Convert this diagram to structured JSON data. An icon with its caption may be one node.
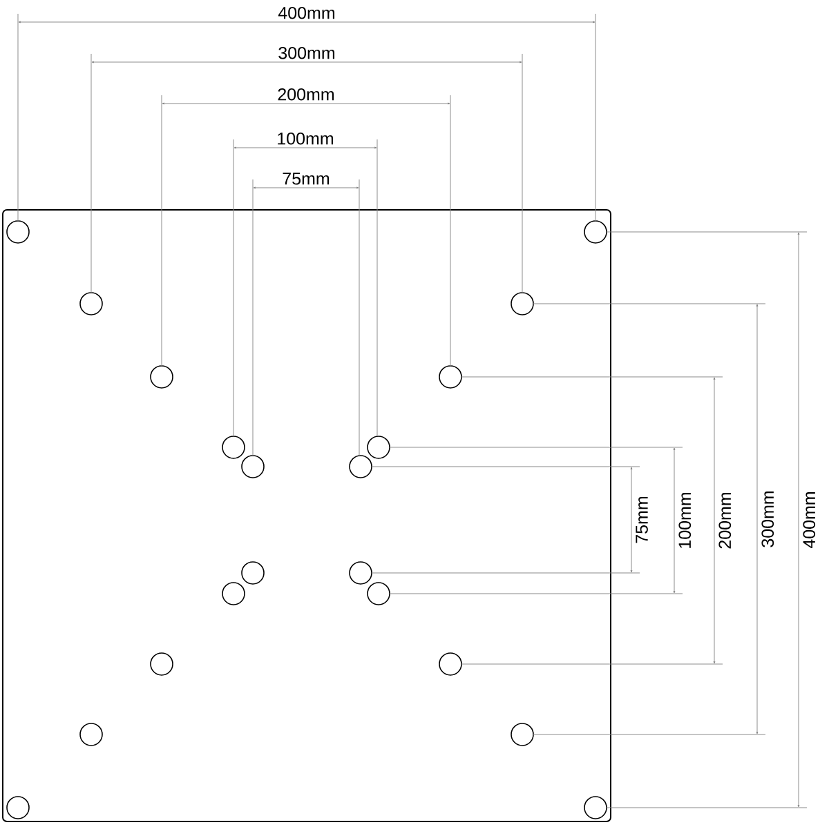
{
  "diagram": {
    "labels": [
      "400mm",
      "300mm",
      "200mm",
      "100mm",
      "75mm",
      "75mm",
      "100mm",
      "200mm",
      "300mm",
      "400mm"
    ]
  }
}
